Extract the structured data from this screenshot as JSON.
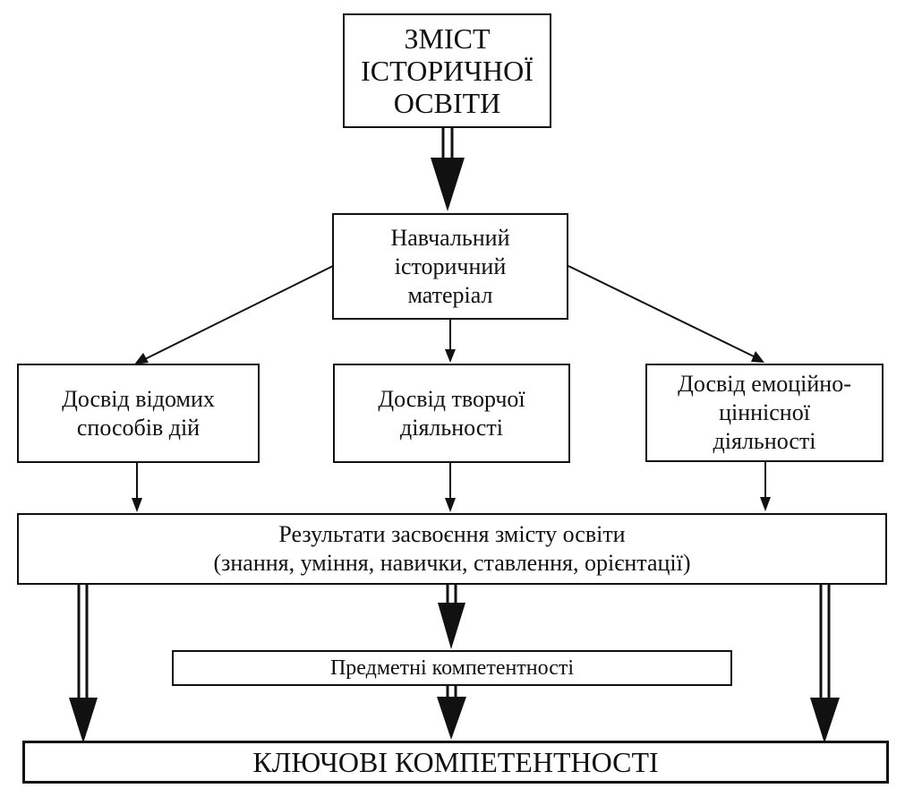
{
  "diagram": {
    "nodes": {
      "content": {
        "text": "ЗМІСТ\nІСТОРИЧНОЇ\nОСВІТИ"
      },
      "material": {
        "text": "Навчальний\nісторичний\nматеріал"
      },
      "known_methods": {
        "text": "Досвід відомих\nспособів дій"
      },
      "creative": {
        "text": "Досвід творчої\nдіяльності"
      },
      "emotional": {
        "text": "Досвід емоційно-\nціннісної\nдіяльності"
      },
      "results": {
        "text": "Результати засвоєння змісту освіти\n(знання, уміння, навички, ставлення, орієнтації)"
      },
      "subject_competences": {
        "text": "Предметні компетентності"
      },
      "key_competences": {
        "text": "КЛЮЧОВІ  КОМПЕТЕНТНОСТІ"
      }
    },
    "edges": [
      {
        "from": "content",
        "to": "material",
        "style": "double-heavy"
      },
      {
        "from": "material",
        "to": "known_methods",
        "style": "thin"
      },
      {
        "from": "material",
        "to": "creative",
        "style": "thin"
      },
      {
        "from": "material",
        "to": "emotional",
        "style": "thin"
      },
      {
        "from": "known_methods",
        "to": "results",
        "style": "thin"
      },
      {
        "from": "creative",
        "to": "results",
        "style": "thin"
      },
      {
        "from": "emotional",
        "to": "results",
        "style": "thin"
      },
      {
        "from": "results",
        "to": "subject_competences",
        "style": "double-heavy"
      },
      {
        "from": "results",
        "to": "key_competences",
        "style": "double-heavy"
      },
      {
        "from": "subject_competences",
        "to": "key_competences",
        "style": "double-heavy"
      },
      {
        "from": "results",
        "to": "key_competences",
        "style": "double-heavy"
      }
    ]
  }
}
